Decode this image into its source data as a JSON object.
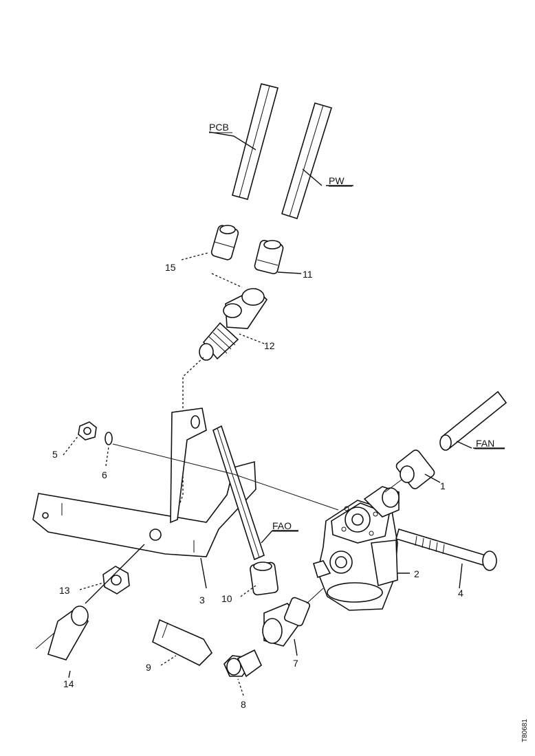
{
  "labels": {
    "pcb": "PCB",
    "pw": "PW",
    "fan": "FAN",
    "fao": "FAO",
    "n1": "1",
    "n2": "2",
    "n3": "3",
    "n4": "4",
    "n5": "5",
    "n6": "6",
    "n7": "7",
    "n8": "8",
    "n9": "9",
    "n10": "10",
    "n11": "11",
    "n12": "12",
    "n13": "13",
    "n14": "14",
    "n15": "15"
  },
  "figure_code": "T80681"
}
